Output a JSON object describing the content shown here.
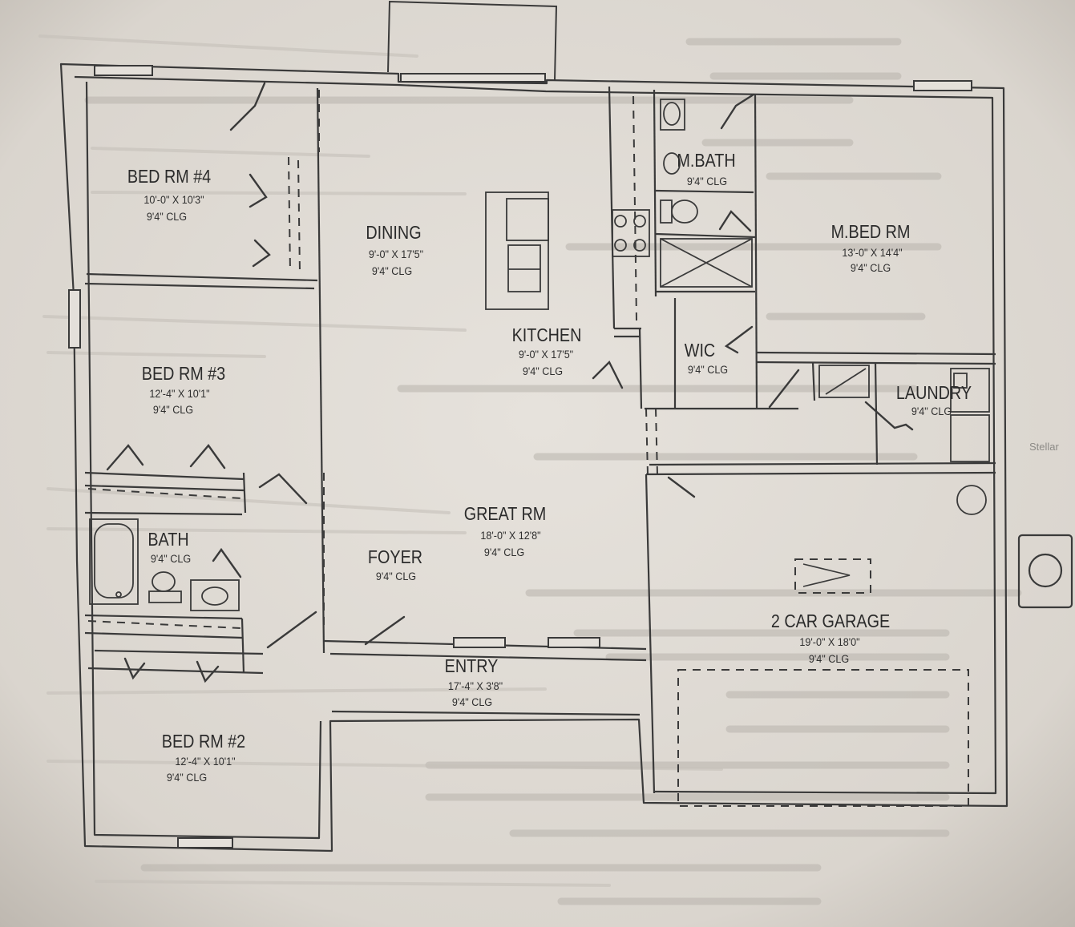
{
  "rooms": [
    {
      "name": "BED RM #4",
      "dims": "10'-0\" X 10'3\"",
      "ceiling": "9'4\" CLG"
    },
    {
      "name": "DINING",
      "dims": "9'-0\" X 17'5\"",
      "ceiling": "9'4\" CLG"
    },
    {
      "name": "M.BATH",
      "ceiling": "9'4\" CLG"
    },
    {
      "name": "M.BED RM",
      "dims": "13'-0\" X 14'4\"",
      "ceiling": "9'4\" CLG"
    },
    {
      "name": "KITCHEN",
      "dims": "9'-0\" X 17'5\"",
      "ceiling": "9'4\" CLG"
    },
    {
      "name": "WIC",
      "ceiling": "9'4\" CLG"
    },
    {
      "name": "LAUNDRY",
      "ceiling": "9'4\" CLG"
    },
    {
      "name": "BED RM #3",
      "dims": "12'-4\" X 10'1\"",
      "ceiling": "9'4\" CLG"
    },
    {
      "name": "GREAT RM",
      "dims": "18'-0\" X 12'8\"",
      "ceiling": "9'4\" CLG"
    },
    {
      "name": "BATH",
      "ceiling": "9'4\" CLG"
    },
    {
      "name": "FOYER",
      "ceiling": "9'4\" CLG"
    },
    {
      "name": "2 CAR GARAGE",
      "dims": "19'-0\" X 18'0\"",
      "ceiling": "9'4\" CLG"
    },
    {
      "name": "ENTRY",
      "dims": "17'-4\" X 3'8\"",
      "ceiling": "9'4\" CLG"
    },
    {
      "name": "BED RM #2",
      "dims": "12'-4\" X 10'1\"",
      "ceiling": "9'4\" CLG"
    }
  ],
  "watermark": "Stellar",
  "colors": {
    "paper": "#dcd7d0",
    "ink": "#3a3a3a",
    "show_through": "#b9b4ad"
  }
}
